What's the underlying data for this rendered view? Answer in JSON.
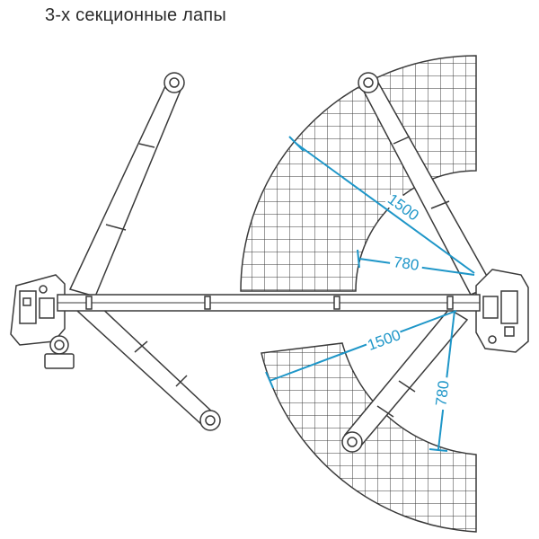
{
  "title": "3-х секционные лапы",
  "colors": {
    "outline": "#3a3a3a",
    "dimension": "#1e96c8",
    "background": "#ffffff"
  },
  "dimensions": {
    "upper_long": "1500",
    "upper_short": "780",
    "lower_long": "1500",
    "lower_short": "780"
  }
}
